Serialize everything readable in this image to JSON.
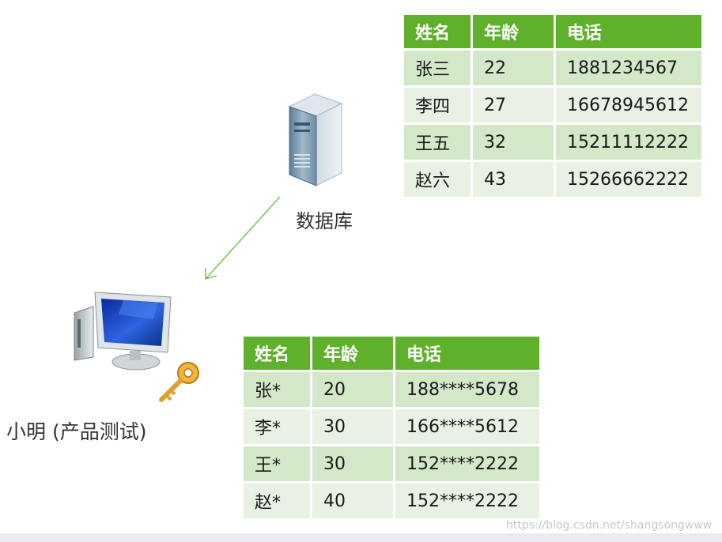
{
  "database": {
    "label": "数据库",
    "headers": [
      "姓名",
      "年龄",
      "电话"
    ],
    "rows": [
      [
        "张三",
        "22",
        "1881234567"
      ],
      [
        "李四",
        "27",
        "16678945612"
      ],
      [
        "王五",
        "32",
        "15211112222"
      ],
      [
        "赵六",
        "43",
        "15266662222"
      ]
    ]
  },
  "user": {
    "label": "小明 (产品测试)",
    "headers": [
      "姓名",
      "年龄",
      "电话"
    ],
    "rows": [
      [
        "张*",
        "20",
        "188****5678"
      ],
      [
        "李*",
        "30",
        "166****5612"
      ],
      [
        "王*",
        "30",
        "152****2222"
      ],
      [
        "赵*",
        "40",
        "152****2222"
      ]
    ]
  },
  "watermark": "https://blog.csdn.net/shangsongwww",
  "colors": {
    "header_green": "#5fb12c",
    "row_odd": "#d3e7c9",
    "row_even": "#e8f1e3",
    "arrow": "#7ec24a"
  }
}
